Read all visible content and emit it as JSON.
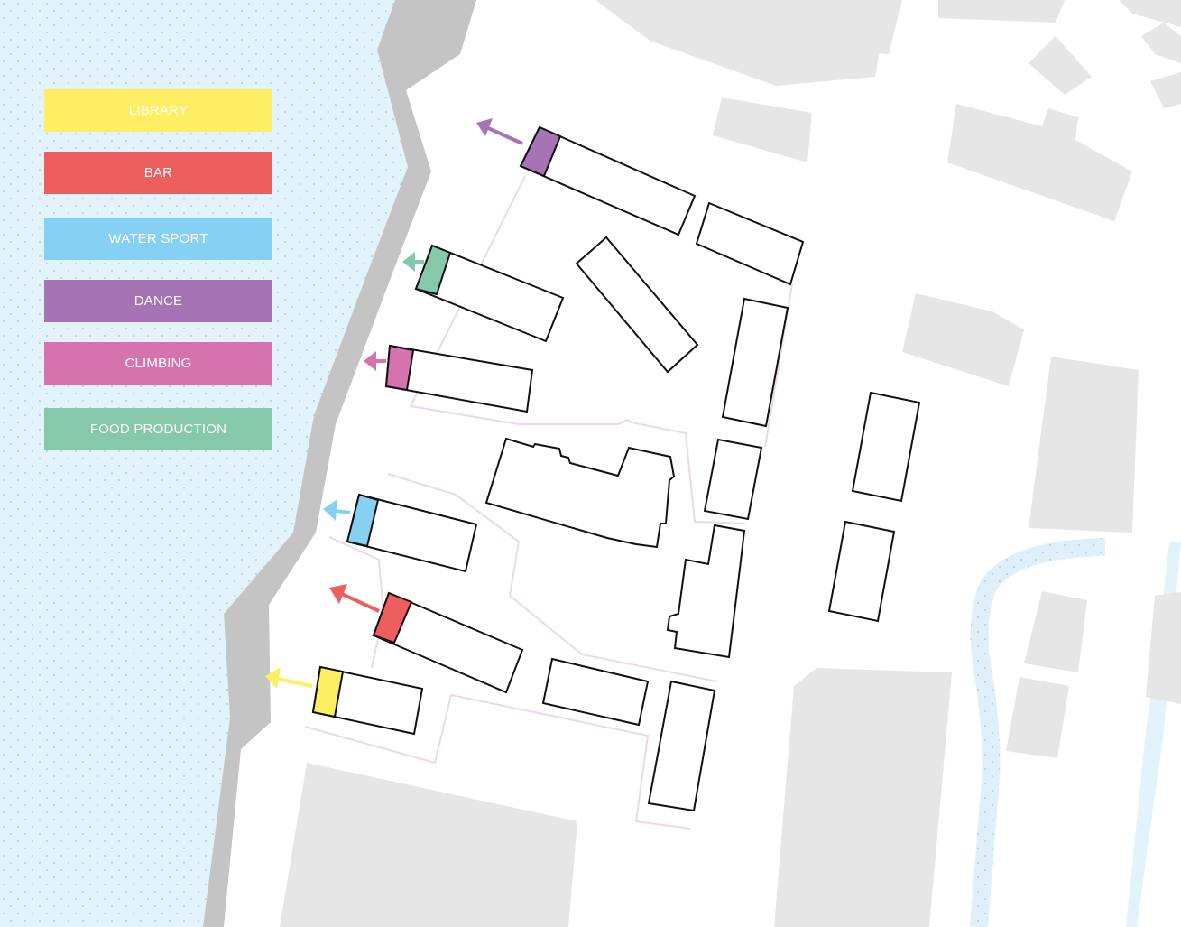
{
  "legend": [
    {
      "key": "library",
      "label": "LIBRARY",
      "color": "#fdee63"
    },
    {
      "key": "bar",
      "label": "BAR",
      "color": "#ec5f5e"
    },
    {
      "key": "water_sport",
      "label": "WATER SPORT",
      "color": "#86d0f4"
    },
    {
      "key": "dance",
      "label": "DANCE",
      "color": "#a674b5"
    },
    {
      "key": "climbing",
      "label": "CLIMBING",
      "color": "#d673ae"
    },
    {
      "key": "food_production",
      "label": "FOOD PRODUCTION",
      "color": "#85c8aa"
    }
  ],
  "colors": {
    "water": "#e3f3fc",
    "water_dots": "#9ec3d6",
    "embankment": "#c4c4c4",
    "context_buildings": "#e6e6e6",
    "outline": "#111111"
  }
}
